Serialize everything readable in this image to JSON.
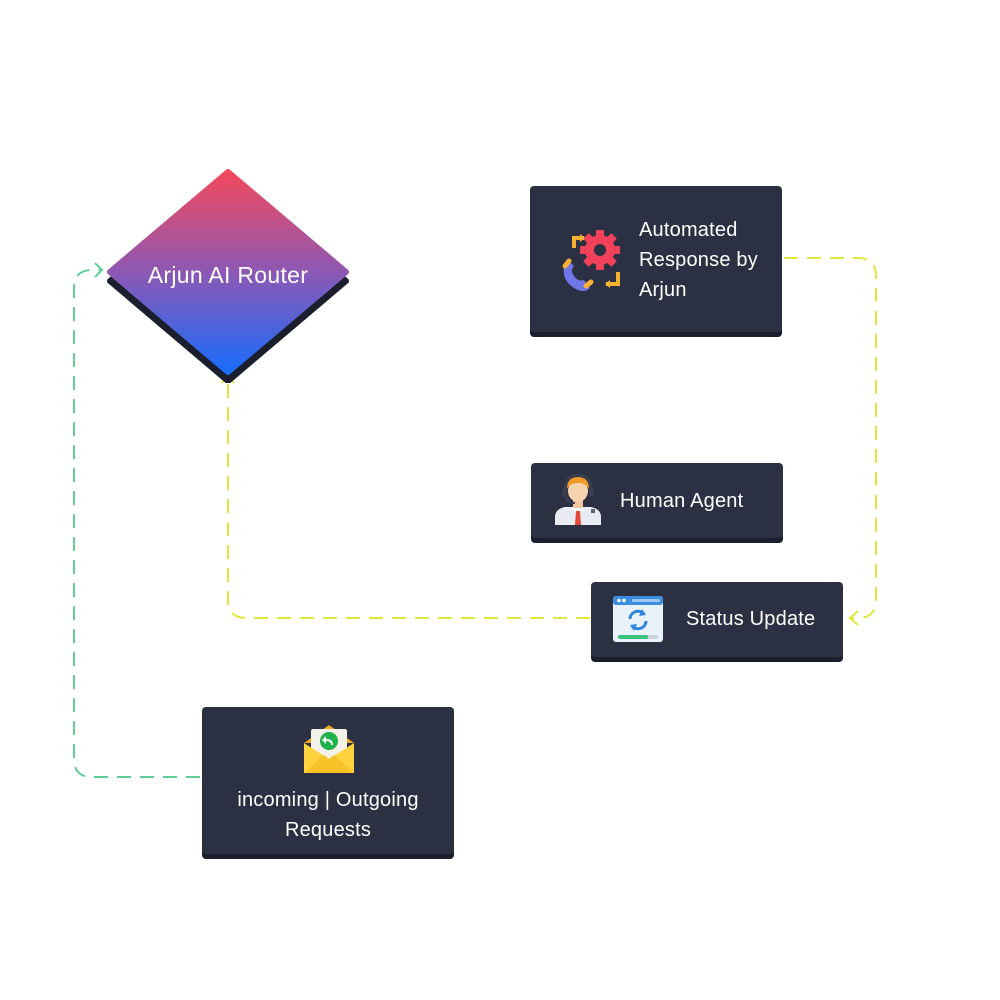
{
  "router": {
    "label": "Arjun AI Router"
  },
  "nodes": {
    "automated_response": {
      "label": "Automated Response by Arjun"
    },
    "human_agent": {
      "label": "Human Agent"
    },
    "status_update": {
      "label": "Status Update"
    },
    "requests": {
      "label": "incoming | Outgoing Requests"
    }
  },
  "colors": {
    "card_bg": "#2b3042",
    "card_shadow": "#1b1e2c",
    "router_gradient_top": "#f24a5c",
    "router_gradient_bottom": "#1a6cfb",
    "connector_yellow": "#e3e63a",
    "connector_green": "#5fcf96"
  },
  "icons": {
    "automated_response": "phone-gear-icon",
    "human_agent": "support-agent-icon",
    "status_update": "browser-refresh-icon",
    "requests": "envelope-reply-icon"
  }
}
